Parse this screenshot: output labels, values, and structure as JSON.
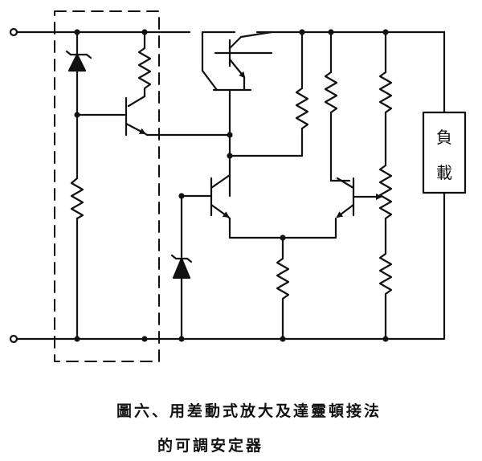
{
  "load_label": [
    "負",
    "載"
  ],
  "caption": {
    "line1": "圖六、用差動式放大及達靈頓接法",
    "line2": "的可調安定器"
  },
  "colors": {
    "ink": "#111111",
    "paper": "#ffffff"
  }
}
